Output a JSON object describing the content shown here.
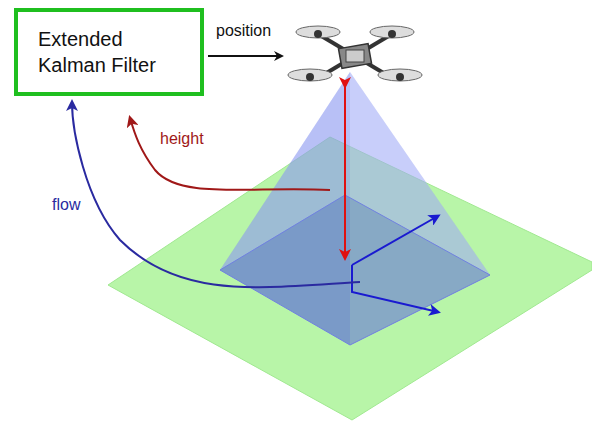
{
  "diagram": {
    "nodes": [
      {
        "text": [
          "Extended Kalman Filter"
        ]
      }
    ],
    "labels": [
      "position",
      "height",
      "flow"
    ]
  }
}
